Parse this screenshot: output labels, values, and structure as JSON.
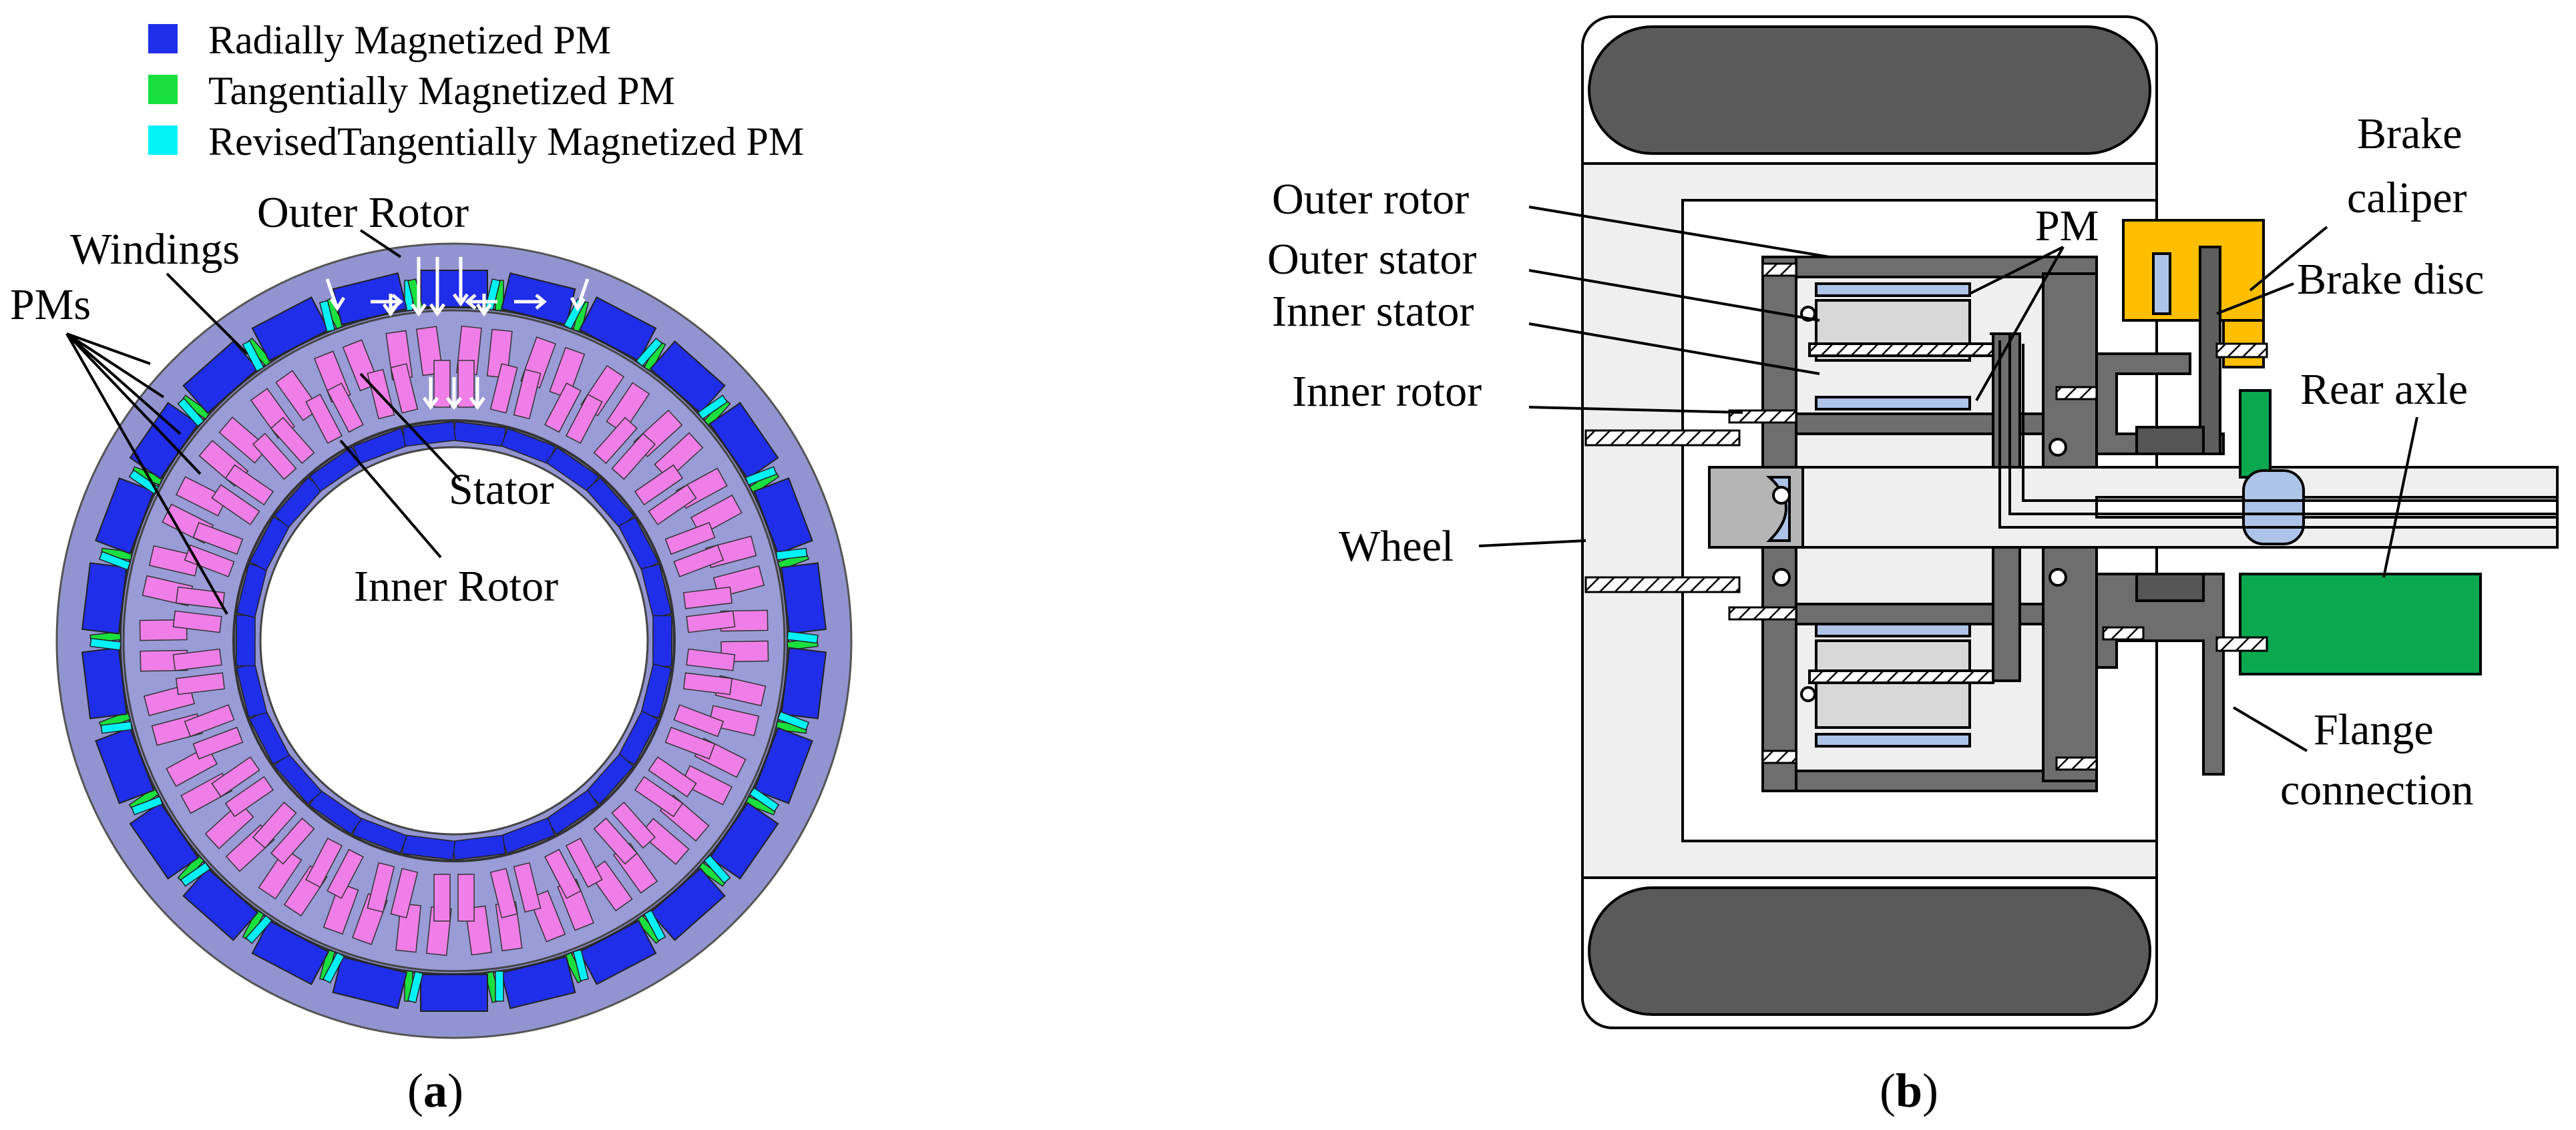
{
  "panel_a": {
    "caption_open": "(",
    "caption_letter": "a",
    "caption_close": ")",
    "legend": [
      {
        "label": "Radially Magnetized PM",
        "color": "#1f2ee8"
      },
      {
        "label": "Tangentially Magnetized PM",
        "color": "#19e03f"
      },
      {
        "label": "RevisedTangentially Magnetized PM",
        "color": "#00f2f7"
      }
    ],
    "labels": {
      "outer_rotor": "Outer Rotor",
      "windings": "Windings",
      "pms": "PMs",
      "stator": "Stator",
      "inner_rotor": "Inner Rotor"
    },
    "colors": {
      "rotor_body": "#9294d2",
      "stator_body": "#9a9cd8",
      "winding": "#f07ee8",
      "radial_pm": "#1f2ee8",
      "tangential_pm": "#19e03f",
      "revised_pm": "#00f2f7"
    }
  },
  "panel_b": {
    "caption_open": "(",
    "caption_letter": "b",
    "caption_close": ")",
    "labels": {
      "outer_rotor": "Outer rotor",
      "outer_stator": "Outer stator",
      "inner_stator": "Inner stator",
      "inner_rotor": "Inner rotor",
      "wheel": "Wheel",
      "pm": "PM",
      "brake_caliper_line1": "Brake",
      "brake_caliper_line2": "caliper",
      "brake_disc": "Brake disc",
      "rear_axle": "Rear axle",
      "flange_line1": "Flange",
      "flange_line2": "connection"
    },
    "colors": {
      "tire": "#5a5a5a",
      "frame": "#efefef",
      "dark_steel": "#6e6e6e",
      "light_core": "#d8d8d8",
      "pm_blue": "#aec3e8",
      "caliper": "#ffbf00",
      "axle_green": "#0aa84f"
    }
  }
}
